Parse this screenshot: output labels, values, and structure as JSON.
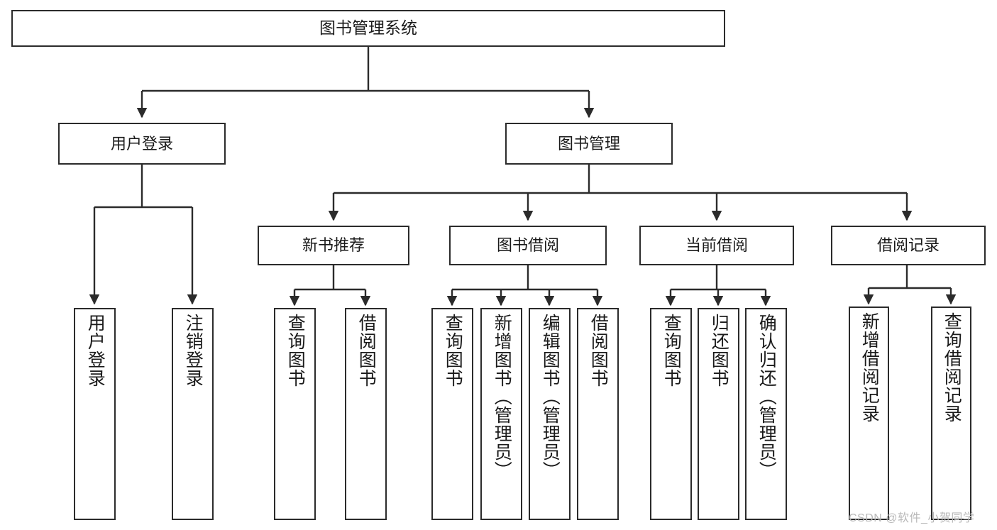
{
  "diagram": {
    "title": "图书管理系统",
    "type": "tree",
    "background": "#ffffff",
    "line_color": "#2b2b2b",
    "text_color": "#1a1a1a",
    "watermark": "CSDN @软件_小贺同学",
    "nodes": {
      "root": {
        "label": "图书管理系统"
      },
      "level1": [
        {
          "label": "用户登录"
        },
        {
          "label": "图书管理"
        }
      ],
      "level2": [
        {
          "label": "新书推荐"
        },
        {
          "label": "图书借阅"
        },
        {
          "label": "当前借阅"
        },
        {
          "label": "借阅记录"
        }
      ],
      "leaves_user_login": [
        {
          "label": "用户登录"
        },
        {
          "label": "注销登录"
        }
      ],
      "leaves_new_book": [
        {
          "label": "查询图书"
        },
        {
          "label": "借阅图书"
        }
      ],
      "leaves_borrow": [
        {
          "label": "查询图书"
        },
        {
          "label": "新增图书（管理员）"
        },
        {
          "label": "编辑图书（管理员）"
        },
        {
          "label": "借阅图书"
        }
      ],
      "leaves_current": [
        {
          "label": "查询图书"
        },
        {
          "label": "归还图书"
        },
        {
          "label": "确认归还（管理员）"
        }
      ],
      "leaves_record": [
        {
          "label": "新增借阅记录"
        },
        {
          "label": "查询借阅记录"
        }
      ]
    }
  }
}
